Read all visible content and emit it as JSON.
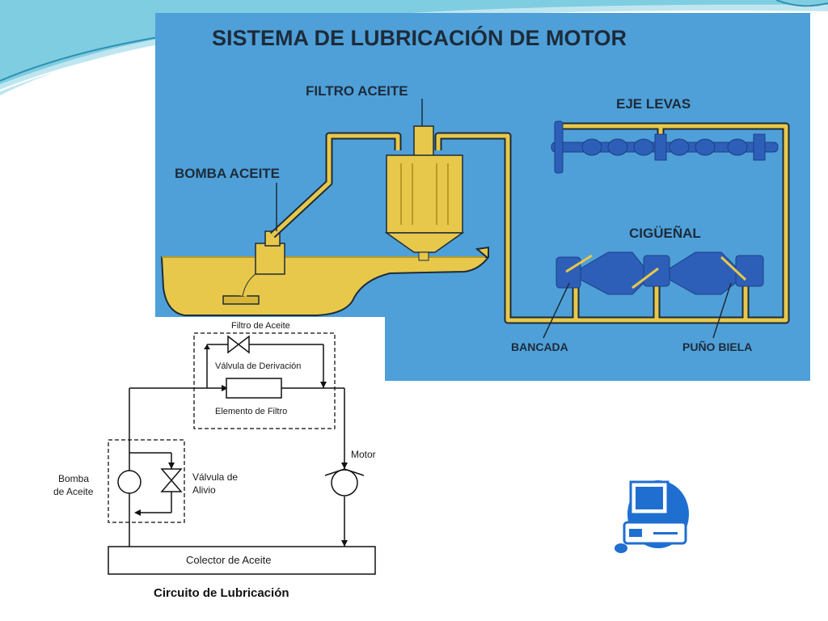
{
  "top_diagram": {
    "title": "SISTEMA DE LUBRICACIÓN DE MOTOR",
    "labels": {
      "oil_filter": "FILTRO ACEITE",
      "oil_pump": "BOMBA ACEITE",
      "camshaft": "EJE LEVAS",
      "crankshaft": "CIGÜEÑAL",
      "main_bearing": "BANCADA",
      "crank_pin": "PUÑO BIELA"
    }
  },
  "bottom_diagram": {
    "caption": "Circuito de Lubricación",
    "labels": {
      "oil_filter": "Filtro de Aceite",
      "bypass_valve": "Válvula de Derivación",
      "filter_element": "Elemento de Filtro",
      "oil_pump_line1": "Bomba",
      "oil_pump_line2": "de Aceite",
      "relief_valve_line1": "Válvula de",
      "relief_valve_line2": "Alivio",
      "engine": "Motor",
      "oil_sump": "Colector de Aceite"
    }
  },
  "colors": {
    "panel_blue": "#4fa0d8",
    "oil_yellow": "#e8c84a",
    "part_blue": "#2d5fb8",
    "icon_blue": "#1f6fd1"
  }
}
